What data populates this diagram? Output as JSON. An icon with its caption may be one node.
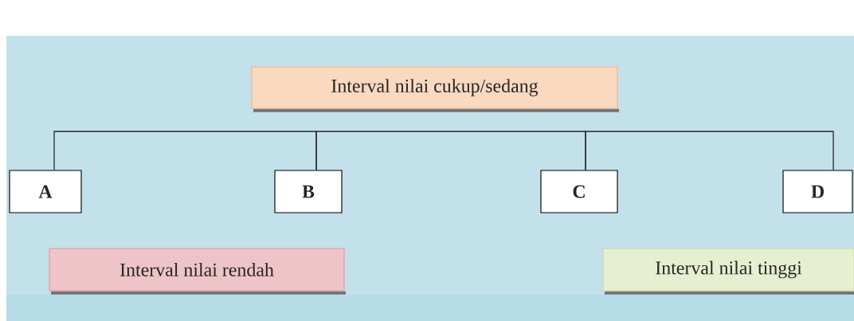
{
  "diagram": {
    "nodes": [
      {
        "text": [
          "Interval nilai cukup/sedang"
        ]
      },
      {
        "text": [
          "A"
        ]
      },
      {
        "text": [
          "B"
        ]
      },
      {
        "text": [
          "C"
        ]
      },
      {
        "text": [
          "D"
        ]
      },
      {
        "text": [
          "Interval nilai rendah"
        ]
      },
      {
        "text": [
          "Interval nilai tinggi"
        ]
      }
    ],
    "edges": [
      {
        "from": 1,
        "to": 2,
        "arrow": "none"
      },
      {
        "from": 2,
        "to": 3,
        "arrow": "none"
      },
      {
        "from": 3,
        "to": 4,
        "arrow": "none"
      }
    ]
  }
}
